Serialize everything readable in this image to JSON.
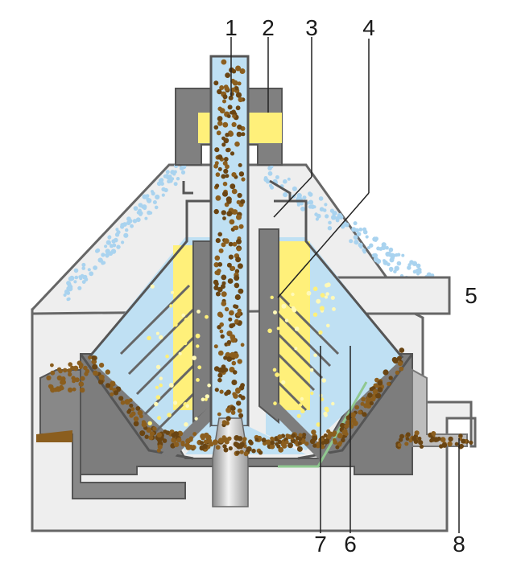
{
  "labels": {
    "n1": "1",
    "n2": "2",
    "n3": "3",
    "n4": "4",
    "n5": "5",
    "n6": "6",
    "n7": "7",
    "n8": "8"
  },
  "colors": {
    "metal": "#7f7f7f",
    "metal_dark": "#555555",
    "housing_fill": "#eeeeee",
    "liquid_light": "#bfe0f3",
    "light_phase_yellow": "#fff07a",
    "solids_brown": "#8b5e1e",
    "solids_dark": "#6a4513",
    "light_dots": "#a9d3ef",
    "green_line": "#90c890"
  }
}
